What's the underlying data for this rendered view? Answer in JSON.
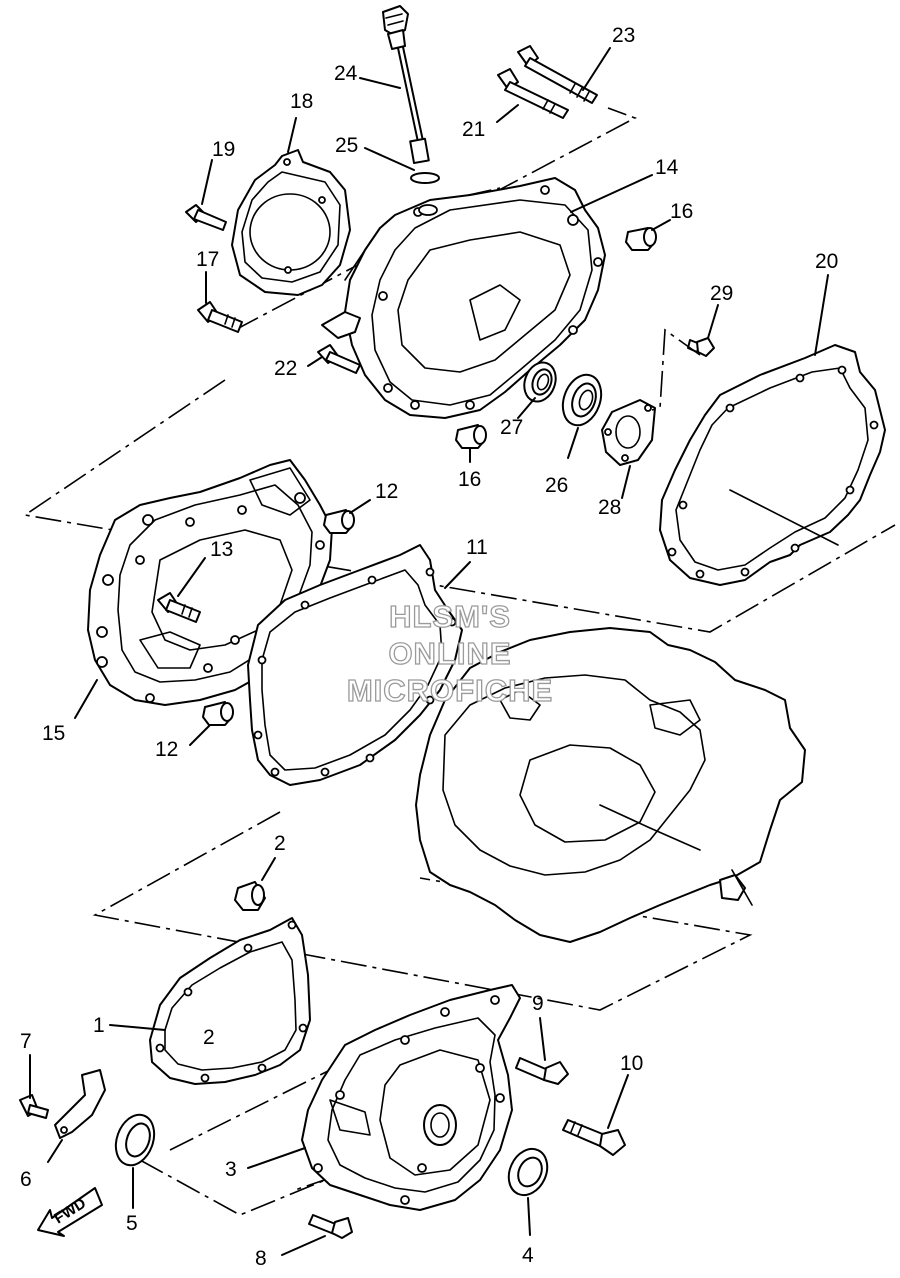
{
  "callouts": {
    "c1": "1",
    "c2a": "2",
    "c2b": "2",
    "c3": "3",
    "c4": "4",
    "c5": "5",
    "c6": "6",
    "c7": "7",
    "c8": "8",
    "c9": "9",
    "c10": "10",
    "c11": "11",
    "c12a": "12",
    "c12b": "12",
    "c13": "13",
    "c14": "14",
    "c15": "15",
    "c16a": "16",
    "c16b": "16",
    "c17": "17",
    "c18": "18",
    "c19": "19",
    "c20": "20",
    "c21": "21",
    "c22": "22",
    "c23": "23",
    "c24": "24",
    "c25": "25",
    "c26": "26",
    "c27": "27",
    "c28": "28",
    "c29": "29"
  },
  "watermark": {
    "line1": "HLSM'S",
    "line2": "ONLINE",
    "line3": "MICROFICHE"
  },
  "fwd_label": "FWD"
}
